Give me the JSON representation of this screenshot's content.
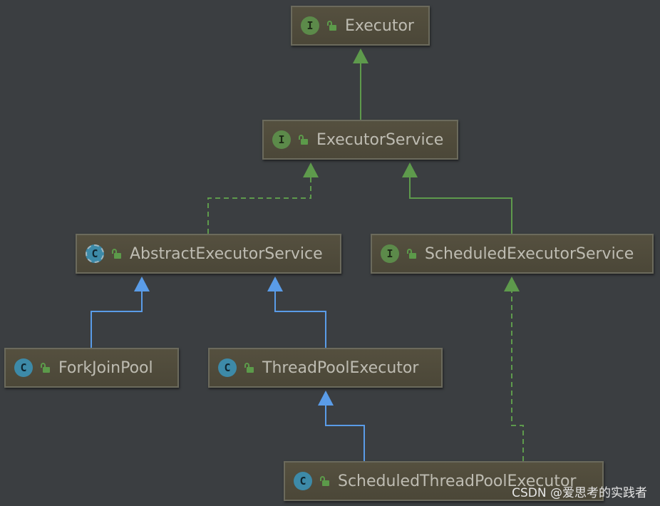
{
  "diagram": {
    "nodes": [
      {
        "id": "executor",
        "label": "Executor",
        "kind": "interface",
        "badge": "I"
      },
      {
        "id": "executor_service",
        "label": "ExecutorService",
        "kind": "interface",
        "badge": "I"
      },
      {
        "id": "abstract_executor_service",
        "label": "AbstractExecutorService",
        "kind": "abstract",
        "badge": "C"
      },
      {
        "id": "scheduled_executor_service",
        "label": "ScheduledExecutorService",
        "kind": "interface",
        "badge": "I"
      },
      {
        "id": "fork_join_pool",
        "label": "ForkJoinPool",
        "kind": "class",
        "badge": "C"
      },
      {
        "id": "thread_pool_executor",
        "label": "ThreadPoolExecutor",
        "kind": "class",
        "badge": "C"
      },
      {
        "id": "scheduled_thread_pool_executor",
        "label": "ScheduledThreadPoolExecutor",
        "kind": "class",
        "badge": "C"
      }
    ],
    "edges": [
      {
        "from": "executor_service",
        "to": "executor",
        "type": "extends-interface"
      },
      {
        "from": "abstract_executor_service",
        "to": "executor_service",
        "type": "implements"
      },
      {
        "from": "scheduled_executor_service",
        "to": "executor_service",
        "type": "extends-interface"
      },
      {
        "from": "fork_join_pool",
        "to": "abstract_executor_service",
        "type": "extends"
      },
      {
        "from": "thread_pool_executor",
        "to": "abstract_executor_service",
        "type": "extends"
      },
      {
        "from": "scheduled_thread_pool_executor",
        "to": "thread_pool_executor",
        "type": "extends"
      },
      {
        "from": "scheduled_thread_pool_executor",
        "to": "scheduled_executor_service",
        "type": "implements"
      }
    ],
    "colors": {
      "background": "#3b3e41",
      "interface_edge": "#5e9a4c",
      "class_edge": "#5a9ce8",
      "node_fill": "#504b3c",
      "node_text": "#bebcb2"
    }
  },
  "watermark": "CSDN @爱思考的实践者"
}
